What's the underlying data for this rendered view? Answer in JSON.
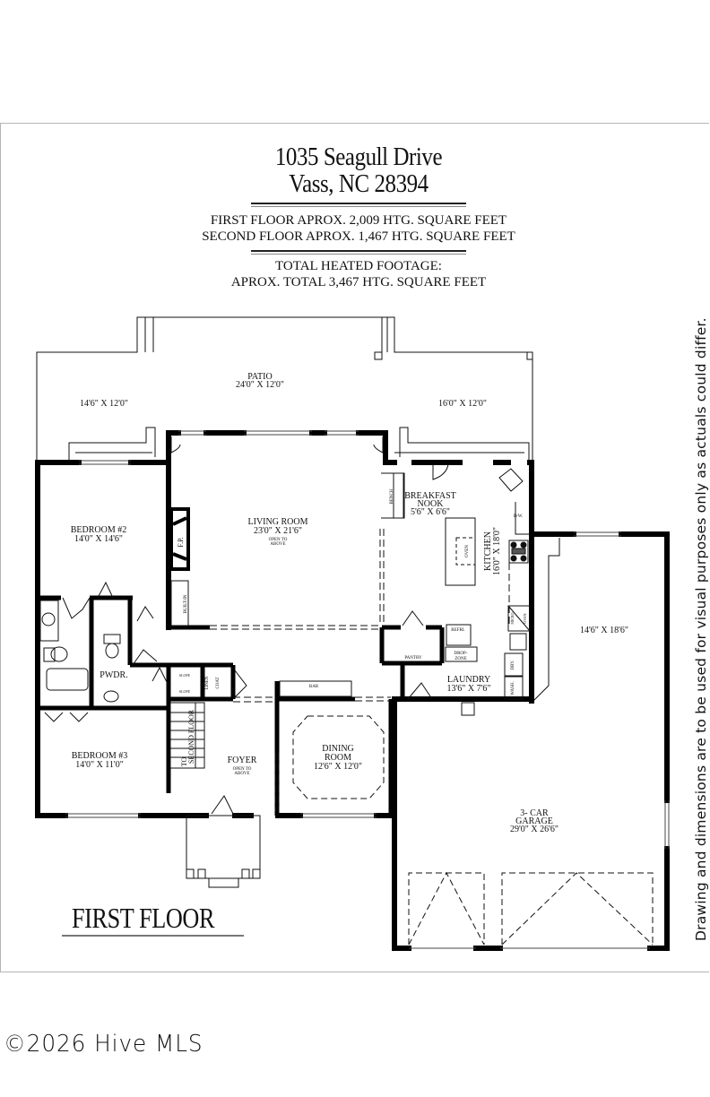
{
  "header": {
    "address_line1": "1035 Seagull Drive",
    "address_line2": "Vass, NC 28394",
    "first_floor_sqft": "FIRST FLOOR APROX. 2,009 HTG. SQUARE FEET",
    "second_floor_sqft": "SECOND FLOOR APROX. 1,467 HTG. SQUARE FEET",
    "total_label": "TOTAL HEATED FOOTAGE:",
    "total_value": "APROX. TOTAL 3,467 HTG. SQUARE FEET"
  },
  "floor_label": "FIRST FLOOR",
  "disclaimer": "Drawing and dimensions are to be used for visual purposes only as actuals could differ.",
  "copyright": "©2026 Hive MLS",
  "rooms": {
    "patio": {
      "name": "PATIO",
      "dims": "24'0\" X 12'0\""
    },
    "patio_left": {
      "dims": "14'6\" X 12'0\""
    },
    "patio_right": {
      "dims": "16'0\" X 12'0\""
    },
    "bedroom2": {
      "name": "BEDROOM #2",
      "dims": "14'0\" X 14'6\""
    },
    "living": {
      "name": "LIVING ROOM",
      "dims": "23'0\" X 21'6\"",
      "note1": "OPEN TO",
      "note2": "ABOVE"
    },
    "breakfast": {
      "name1": "BREAKFAST",
      "name2": "NOOK",
      "dims": "5'6\" X 6'6\""
    },
    "kitchen": {
      "name": "KITCHEN",
      "dims": "16'0\" X 18'0\""
    },
    "pwdr": {
      "name": "PWDR."
    },
    "bedroom3": {
      "name": "BEDROOM #3",
      "dims": "14'0\" X 11'0\""
    },
    "foyer": {
      "name": "FOYER",
      "note1": "OPEN TO",
      "note2": "ABOVE"
    },
    "dining": {
      "name1": "DINING",
      "name2": "ROOM",
      "dims": "12'6\" X 12'0\""
    },
    "laundry": {
      "name": "LAUNDRY",
      "dims": "13'6\" X 7'6\""
    },
    "garage": {
      "name1": "3- CAR",
      "name2": "GARAGE",
      "dims": "29'0\" X 26'6\""
    },
    "garage_bay": {
      "dims": "14'6\" X 18'6\""
    }
  },
  "fixtures": {
    "fireplace": "F.P.",
    "builtin": "BUILT-IN",
    "bench": "BENCH",
    "oven_island": "OVEN",
    "dw": "D/W.",
    "micro": "MICRO",
    "oven_wall": "OVEN",
    "refrigerator": "REFRI.",
    "pantry": "PANTRY",
    "drop_zone1": "DROP-",
    "drop_zone2": "ZONE",
    "dryer": "DRY.",
    "washer": "WASH.",
    "slope1": "SLOPE",
    "slope2": "SLOPE",
    "linen": "LINEN",
    "coat": "COAT",
    "bar": "BAR",
    "stairs1": "TO",
    "stairs2": "SECOND FLOOR"
  }
}
